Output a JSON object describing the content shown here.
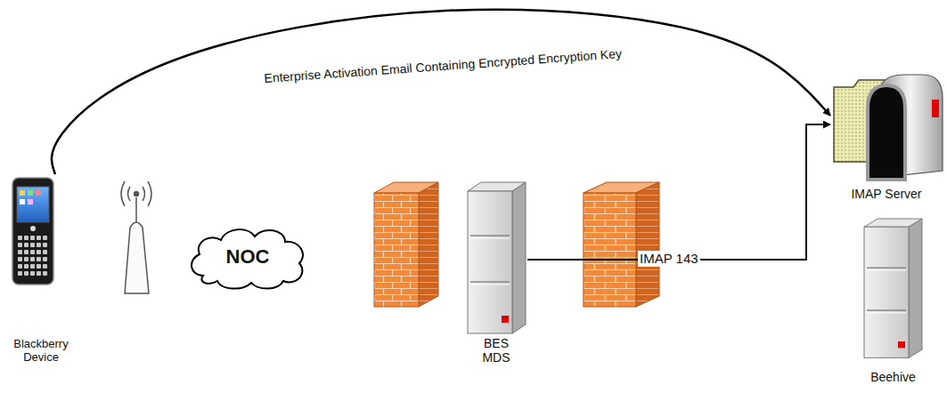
{
  "diagram": {
    "nodes": [
      {
        "text": [
          "Blackberry Device"
        ]
      },
      {
        "text": [
          "NOC"
        ]
      },
      {
        "text": [
          "BES MDS"
        ]
      },
      {
        "text": [
          "IMAP Server"
        ]
      },
      {
        "text": [
          "Beehive"
        ]
      }
    ],
    "edges": [
      {
        "from": 0,
        "to": 3,
        "arrow": "to",
        "label": "Enterprise Activation Email Containing Encrypted Encryption Key"
      },
      {
        "from": 2,
        "to": 3,
        "arrow": "to",
        "label": "IMAP 143"
      }
    ]
  }
}
